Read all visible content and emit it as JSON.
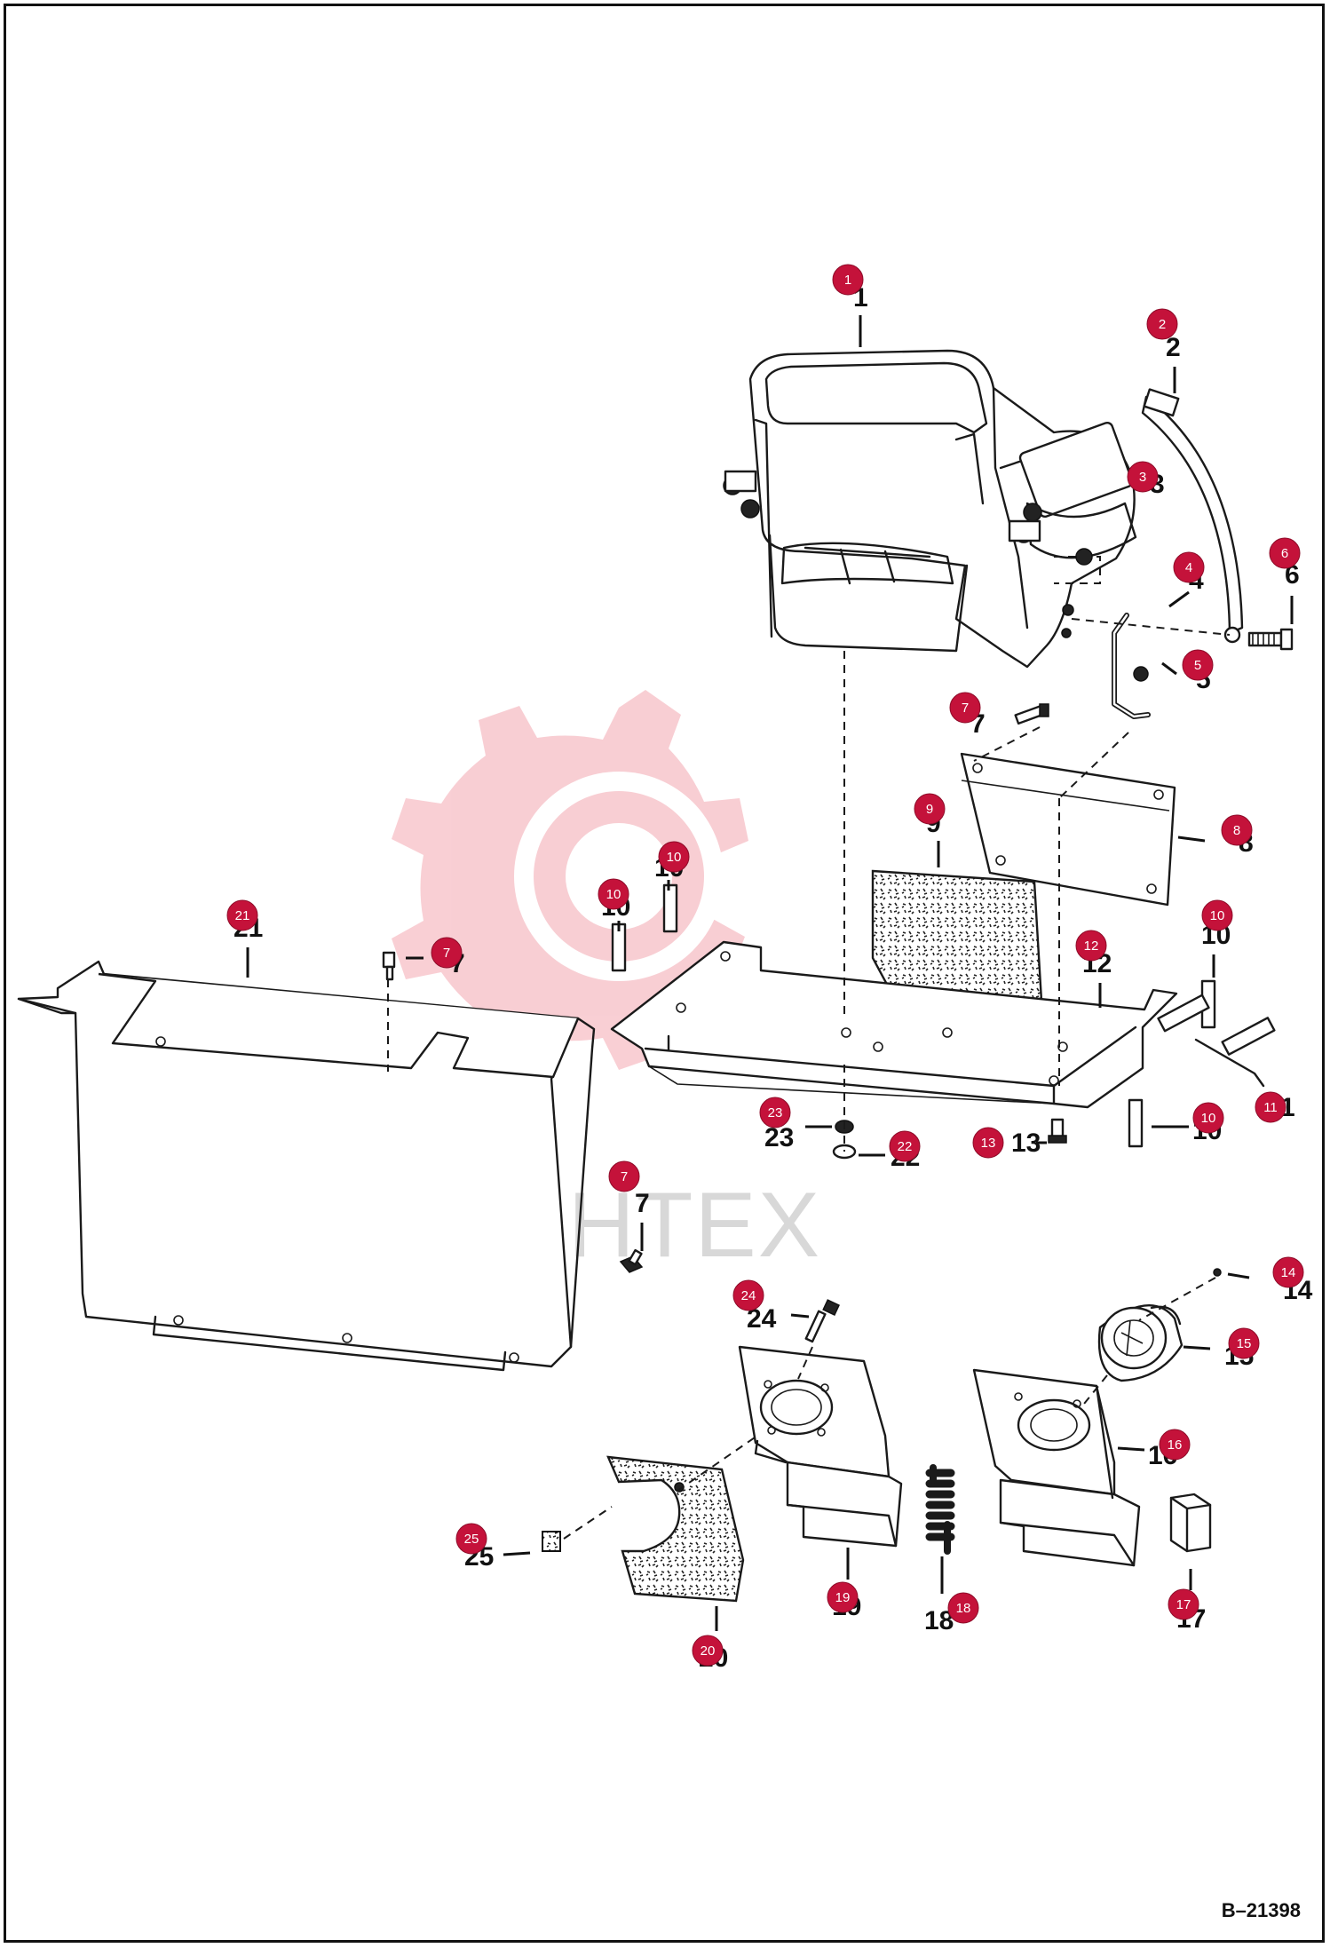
{
  "document": {
    "drawing_number": "B–21398"
  },
  "watermark": {
    "text": "ИНТЕХ"
  },
  "callouts": [
    {
      "num": "1"
    },
    {
      "num": "2"
    },
    {
      "num": "3"
    },
    {
      "num": "4"
    },
    {
      "num": "5"
    },
    {
      "num": "6"
    },
    {
      "num": "7"
    },
    {
      "num": "7"
    },
    {
      "num": "7"
    },
    {
      "num": "8"
    },
    {
      "num": "9"
    },
    {
      "num": "10"
    },
    {
      "num": "10"
    },
    {
      "num": "10"
    },
    {
      "num": "10"
    },
    {
      "num": "11"
    },
    {
      "num": "12"
    },
    {
      "num": "13"
    },
    {
      "num": "14"
    },
    {
      "num": "15"
    },
    {
      "num": "16"
    },
    {
      "num": "17"
    },
    {
      "num": "18"
    },
    {
      "num": "19"
    },
    {
      "num": "20"
    },
    {
      "num": "21"
    },
    {
      "num": "22"
    },
    {
      "num": "23"
    },
    {
      "num": "24"
    },
    {
      "num": "25"
    }
  ]
}
